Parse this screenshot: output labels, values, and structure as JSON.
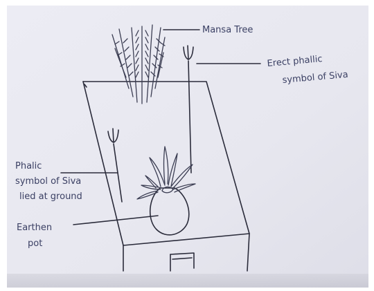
{
  "labels": {
    "mansa_tree": "Mansa Tree",
    "erect_symbol_line1": "Erect phallic",
    "erect_symbol_line2": "symbol of Siva",
    "phallic_ground_line1": "Phalic",
    "phallic_ground_line2": "symbol of Siva",
    "phallic_ground_line3": "lied at ground",
    "earthen_pot_line1": "Earthen",
    "earthen_pot_line2": "pot"
  },
  "colors": {
    "paper": "#e9e9f1",
    "ink": "#2a2b3a",
    "label_ink": "#3a3f63",
    "leaf_ink": "#3b3d52"
  },
  "icons": {
    "trident_upper": "trident-icon",
    "trident_lower": "trident-icon"
  }
}
